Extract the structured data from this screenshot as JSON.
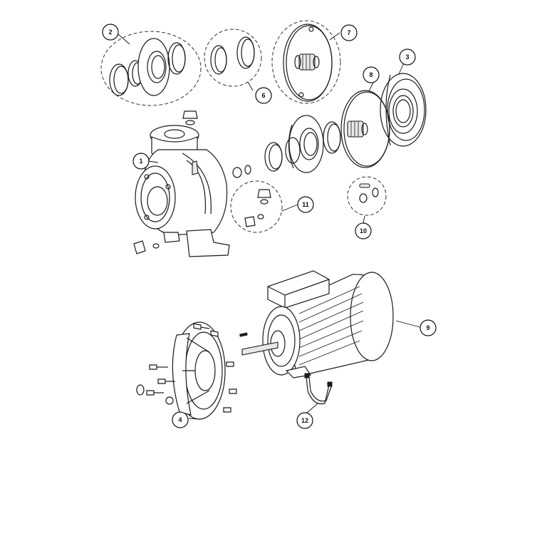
{
  "diagram": {
    "callouts": [
      {
        "id": "c1",
        "label": "1"
      },
      {
        "id": "c2",
        "label": "2"
      },
      {
        "id": "c3",
        "label": "3"
      },
      {
        "id": "c4",
        "label": "4"
      },
      {
        "id": "c6",
        "label": "6"
      },
      {
        "id": "c7",
        "label": "7"
      },
      {
        "id": "c8",
        "label": "8"
      },
      {
        "id": "c9",
        "label": "9"
      },
      {
        "id": "c10",
        "label": "10"
      },
      {
        "id": "c11",
        "label": "11"
      },
      {
        "id": "c12",
        "label": "12"
      }
    ]
  }
}
